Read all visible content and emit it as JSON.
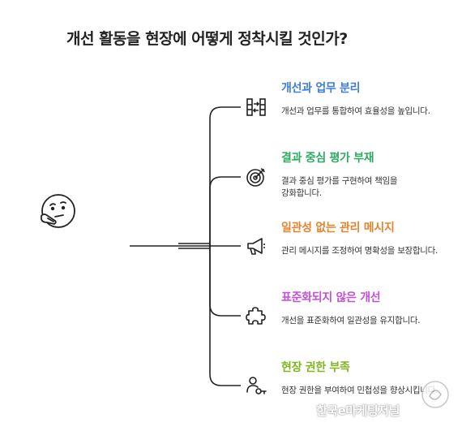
{
  "title": "개선 활동을 현장에 어떻게 정착시킬 것인가?",
  "items": [
    {
      "title": "개선과 업무 분리",
      "desc": "개선과 업무를 통합하여 효율성을 높입니다.",
      "color": "#3b7de0",
      "icon": "split-columns-icon"
    },
    {
      "title": "결과 중심 평가 부재",
      "desc": "결과 중심 평가를 구현하여 책임을 강화합니다.",
      "color": "#2eaa63",
      "icon": "target-icon"
    },
    {
      "title": "일관성 없는 관리 메시지",
      "desc": "관리 메시지를 조정하여 명확성을 보장합니다.",
      "color": "#e8832a",
      "icon": "megaphone-icon"
    },
    {
      "title": "표준화되지 않은 개선",
      "desc": "개선을 표준화하여 일관성을 유지합니다.",
      "color": "#c44fd8",
      "icon": "puzzle-icon"
    },
    {
      "title": "현장 권한 부족",
      "desc": "현장 권한을 부여하여 민첩성을 향상시킵니다.",
      "color": "#7fb51f",
      "icon": "user-key-icon"
    }
  ],
  "watermark": "한국e마케팅저널"
}
